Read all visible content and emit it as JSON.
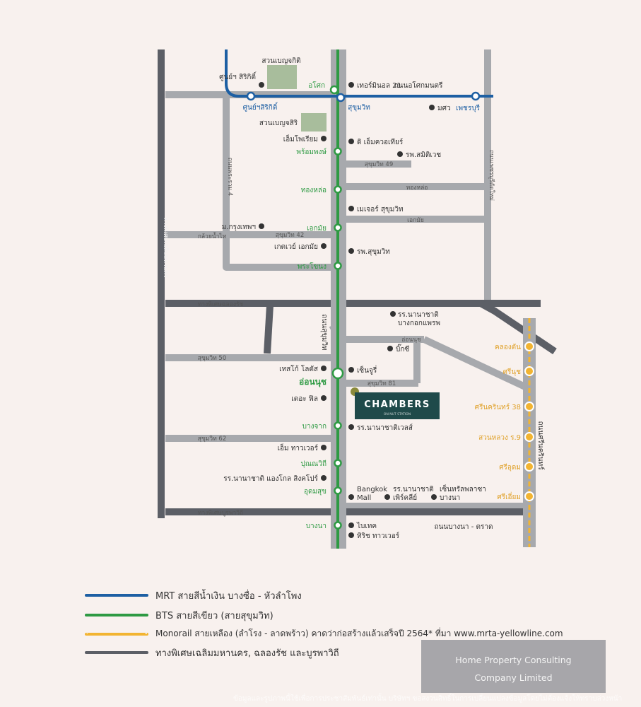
{
  "colors": {
    "mrt": "#1d5fa3",
    "bts": "#2e9a43",
    "monorail": "#f2b431",
    "expressway": "#5c5f66",
    "road": "#a7a9ad",
    "park": "#a8bd9c",
    "chambers": "#1f4a4a",
    "background": "#f8f1ee"
  },
  "map": {
    "parks": {
      "benjakitti": "สวนเบญจกิติ",
      "benjasiri": "สวนเบญจสิริ"
    },
    "mrt_stations": {
      "qsncc": "ศูนย์ฯสิริกิติ์",
      "sukhumvit": "สุขุมวิท",
      "phetchaburi": "เพชรบุรี"
    },
    "bts_stations": {
      "asok": "อโศก",
      "phrom_phong": "พร้อมพงษ์",
      "thong_lo": "ทองหล่อ",
      "ekkamai": "เอกมัย",
      "phra_khanong": "พระโขนง",
      "on_nut": "อ่อนนุช",
      "bang_chak": "บางจาก",
      "punnawithi": "ปุณณวิถี",
      "udom_suk": "อุดมสุข",
      "bang_na": "บางนา"
    },
    "monorail_stations": {
      "klong_tan": "คลองตัน",
      "srinuch": "ศรีนุช",
      "srinakarin38": "ศรีนครินทร์ 38",
      "suanluang": "สวนหลวง ร.9",
      "sriudom": "ศรีอุดม",
      "sriiam": "ศรีเอี่ยม"
    },
    "roads": {
      "sukhumvit49": "สุขุมวิท 49",
      "thonglo": "ทองหล่อ",
      "ekkamai": "เอกมัย",
      "sukhumvit42": "สุขุมวิท 42",
      "kluaynamthai": "กล้วยน้ำไท",
      "rama4": "ถนนพระราม 4",
      "chalerm_expressway": "ทางพิเศษเฉลิมมหานคร",
      "phetchaburi_tadmai": "ถนนเพชรบุรีตัดใหม่",
      "asok_montri": "ถนนอโศกมนตรี",
      "chalong_rat": "ทางพิเศษฉลองรัช",
      "sukhumvit50": "สุขุมวิท 50",
      "sukhumvit_road": "ถนนสุขุมวิท",
      "onnut_road": "อ่อนนุช",
      "sukhumvit81": "สุขุมวิท 81",
      "sukhumvit62": "สุขุมวิท 62",
      "burapha_expressway": "ทางพิเศษบูรพาวิถี",
      "srinakarin": "ถนนศรีนครินทร์",
      "bangna_trat": "ถนนบางนา - ตราด"
    },
    "pois": {
      "qsncc_poi": "ศูนย์ฯ สิริกิติ์",
      "terminal21": "เทอร์มินอล 21",
      "mahidol": "มศว",
      "emporium": "เอ็มโพเรียม",
      "emquartier": "ดิ เอ็มควอเทียร์",
      "samitivej": "รพ.สมิติเวช",
      "major": "เมเจอร์ สุขุมวิท",
      "bangkok_hosp": "ม.กรุงเทพฯ",
      "gateway": "เกตเวย์ เอกมัย",
      "sukhumvit_hosp": "รพ.สุขุมวิท",
      "nist": "รร.นานาชาติ",
      "nist2": "บางกอกแพรพ",
      "bigc": "บิ๊กซี",
      "lotus": "เทสโก้ โลตัส",
      "century": "เซ็นจูรี่",
      "thefill": "เดอะ ฟิล",
      "wells": "รร.นานาชาติเวลส์",
      "m_tower": "เอ็ม ทาวเวอร์",
      "anglo": "รร.นานาชาติ แองโกล สิงคโปร์",
      "bangkok_mall": "Bangkok",
      "bangkok_mall2": "Mall",
      "school_pre": "รร.นานาชาติ",
      "school_pre2": "เพิร์คลีย์",
      "central": "เซ็นทรัลพลาซา",
      "central2": "บางนา",
      "biotec": "ไบเทค",
      "kbank_tower": "ทิริช ทาวเวอร์"
    },
    "chambers": {
      "name": "CHAMBERS",
      "sub": "ON NUT STATION"
    }
  },
  "legend": [
    {
      "key": "mrt",
      "label": "MRT สายสีน้ำเงิน บางซื่อ - หัวลำโพง"
    },
    {
      "key": "bts",
      "label": "BTS สายสีเขียว (สายสุขุมวิท)"
    },
    {
      "key": "monorail",
      "label": "Monorail สายเหลือง (ลำโรง - ลาดพร้าว) คาดว่าก่อสร้างแล้วเสร็จปี 2564* ที่มา www.mrta-yellowline.com"
    },
    {
      "key": "expressway",
      "label": "ทางพิเศษเฉลิมมหานคร, ฉลองรัช และบูรพาวิถี"
    }
  ],
  "watermark": {
    "line1": "Home Property Consulting",
    "line2": "Company Limited"
  },
  "footer": "ข้อมูลและรูปภาพนี้ใช้เพื่อการประชาสัมพันธ์เท่านั้น บริษัทฯ ขอสงวนสิทธิ์ในการเปลี่ยนแปลงข้อมูลโดยไม่ต้องแจ้งให้ทราบล่วงหน้า"
}
